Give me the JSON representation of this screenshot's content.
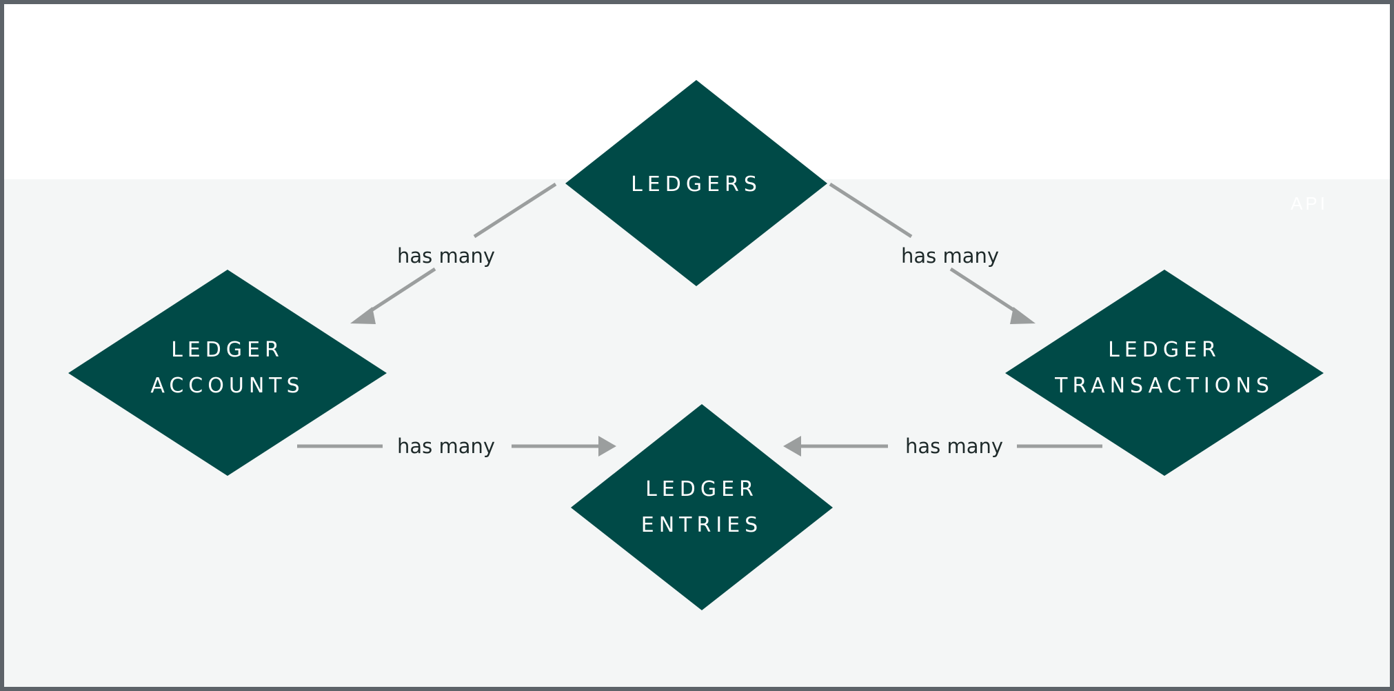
{
  "region": {
    "label": "API"
  },
  "nodes": {
    "ledgers": {
      "line1": "LEDGERS"
    },
    "accounts": {
      "line1": "LEDGER",
      "line2": "ACCOUNTS"
    },
    "transactions": {
      "line1": "LEDGER",
      "line2": "TRANSACTIONS"
    },
    "entries": {
      "line1": "LEDGER",
      "line2": "ENTRIES"
    }
  },
  "edges": {
    "ledgers_accounts": {
      "label": "has many"
    },
    "ledgers_transactions": {
      "label": "has many"
    },
    "accounts_entries": {
      "label": "has many"
    },
    "transactions_entries": {
      "label": "has many"
    }
  },
  "colors": {
    "node_fill": "#004a47",
    "edge": "#9b9e9e",
    "band": "#f4f6f6",
    "border": "#5d6369"
  }
}
